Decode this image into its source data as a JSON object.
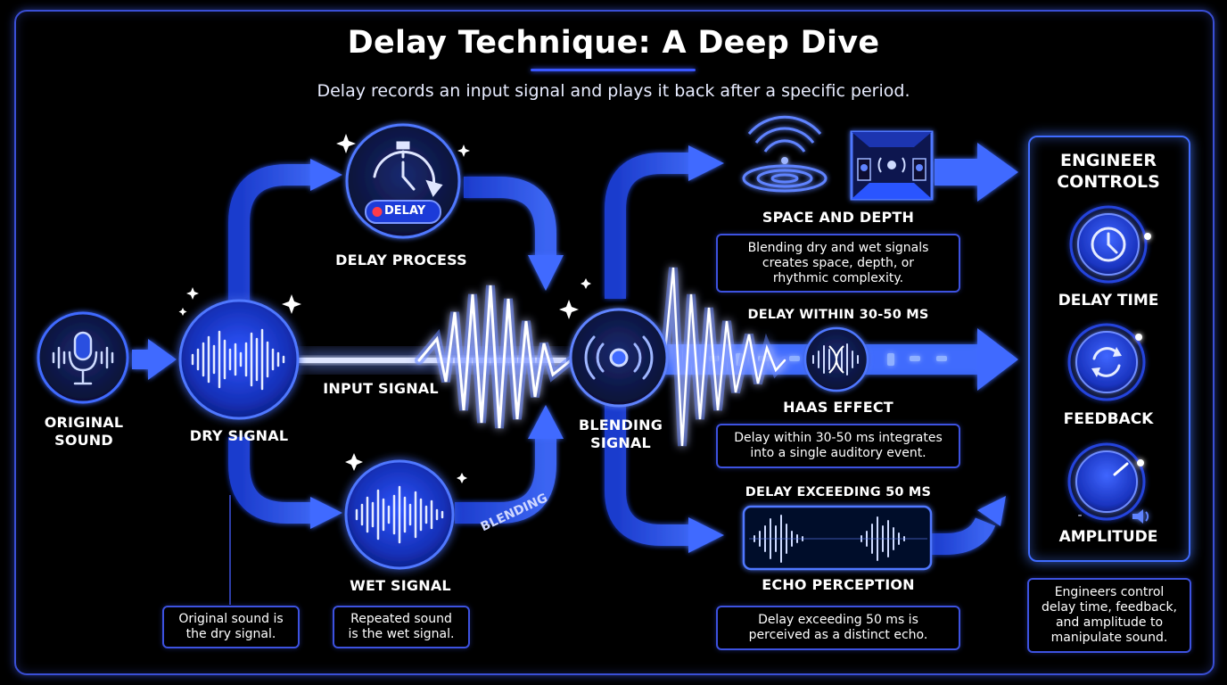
{
  "header": {
    "title": "Delay Technique: A Deep Dive",
    "subtitle": "Delay records an input signal and plays it back after a specific period."
  },
  "nodes": {
    "original_sound": [
      "ORIGINAL",
      "SOUND"
    ],
    "dry_signal": "DRY SIGNAL",
    "delay_process": "DELAY PROCESS",
    "delay_badge": "DELAY",
    "wet_signal": "WET SIGNAL",
    "blending_signal": [
      "BLENDING",
      "SIGNAL"
    ],
    "input_signal": "INPUT SIGNAL",
    "blending": "BLENDING"
  },
  "notes": {
    "original": [
      "Original sound is",
      "the dry signal."
    ],
    "wet": [
      "Repeated sound",
      "is the wet signal."
    ]
  },
  "outcomes": {
    "space": {
      "title": "SPACE AND DEPTH",
      "desc": [
        "Blending dry and wet signals",
        "creates space, depth, or",
        "rhythmic complexity."
      ]
    },
    "haas": {
      "heading": "DELAY WITHIN 30-50 MS",
      "title": "HAAS EFFECT",
      "desc": [
        "Delay within 30-50 ms integrates",
        "into a single auditory event."
      ]
    },
    "echo": {
      "heading": "DELAY EXCEEDING 50 MS",
      "title": "ECHO PERCEPTION",
      "desc": [
        "Delay exceeding 50 ms is",
        "perceived as a distinct echo."
      ]
    }
  },
  "controls": {
    "title": [
      "ENGINEER",
      "CONTROLS"
    ],
    "delay_time": "DELAY TIME",
    "feedback": "FEEDBACK",
    "amplitude": "AMPLITUDE",
    "amp_minus": "-",
    "note": [
      "Engineers control",
      "delay time, feedback,",
      "and amplitude to",
      "manipulate sound."
    ]
  },
  "icons": [
    "microphone-icon",
    "waveform-icon",
    "stopwatch-icon",
    "speaker-icon",
    "concentric-waves-icon",
    "room-speakers-icon",
    "clock-icon",
    "refresh-icon",
    "volume-icon"
  ],
  "colors": {
    "accent": "#2f5bff",
    "glow": "#6f8dff",
    "bg": "#000000"
  }
}
